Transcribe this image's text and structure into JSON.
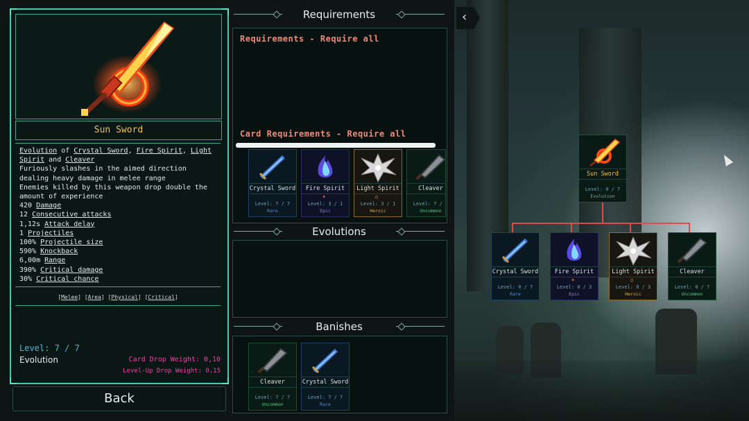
{
  "item": {
    "name": "Sun Sword",
    "evolution_prefix": "Evolution",
    "of_word": "of",
    "sources": [
      "Crystal Sword",
      "Fire Spirit",
      "Light Spirit",
      "Cleaver"
    ],
    "and_word": "and",
    "description_lines": [
      "Furiously slashes in the aimed direction",
      "dealing heavy damage in melee range",
      "Enemies killed by this weapon drop double the",
      "amount of experience"
    ],
    "stats": [
      {
        "value": "420",
        "label": "Damage"
      },
      {
        "value": "12",
        "label": "Consecutive attacks"
      },
      {
        "value": "1,12s",
        "label": "Attack delay"
      },
      {
        "value": "1",
        "label": "Projectiles"
      },
      {
        "value": "100%",
        "label": "Projectile size"
      },
      {
        "value": "590%",
        "label": "Knockback"
      },
      {
        "value": "6,00m",
        "label": "Range"
      },
      {
        "value": "390%",
        "label": "Critical damage"
      },
      {
        "value": "30%",
        "label": "Critical chance"
      }
    ],
    "tags": [
      "Melee",
      "Area",
      "Physical",
      "Critical"
    ],
    "level": "Level: 7 / 7",
    "type": "Evolution",
    "card_drop_weight": "Card Drop Weight: 0,10",
    "levelup_drop_weight": "Level-Up Drop Weight: 0,15"
  },
  "back_label": "Back",
  "sections": {
    "requirements": "Requirements",
    "req_all": "Requirements - Require all",
    "card_req_all": "Card Requirements - Require all",
    "evolutions": "Evolutions",
    "banishes": "Banishes"
  },
  "requirement_cards": [
    {
      "name": "Crystal Sword",
      "level": "Level: 7 / 7",
      "rarity": "Rare",
      "cls": "rare",
      "icon": "crystal-sword-icon"
    },
    {
      "name": "Fire Spirit",
      "level": "Level: 3 / 1",
      "rarity": "Epic",
      "cls": "epic",
      "icon": "fire-spirit-icon"
    },
    {
      "name": "Light Spirit",
      "level": "Level: 3 / 1",
      "rarity": "Heroic",
      "cls": "heroic",
      "icon": "light-spirit-icon"
    },
    {
      "name": "Cleaver",
      "level": "Level: 7 / 7",
      "rarity": "Uncommon",
      "cls": "uncommon",
      "icon": "cleaver-icon"
    }
  ],
  "banish_cards": [
    {
      "name": "Cleaver",
      "level": "Level: 7 / 7",
      "rarity": "Uncommon",
      "cls": "uncommon",
      "icon": "cleaver-icon"
    },
    {
      "name": "Crystal Sword",
      "level": "Level: 7 / 7",
      "rarity": "Rare",
      "cls": "rare",
      "icon": "crystal-sword-icon"
    }
  ],
  "tree": {
    "root": {
      "name": "Sun Sword",
      "level": "Level: 0 / 7",
      "rarity": "Evolution"
    },
    "children": [
      {
        "name": "Crystal Sword",
        "level": "Level: 0 / 7",
        "rarity": "Rare",
        "cls": "rare"
      },
      {
        "name": "Fire Spirit",
        "level": "Level: 0 / 3",
        "rarity": "Epic",
        "cls": "epic"
      },
      {
        "name": "Light Spirit",
        "level": "Level: 0 / 3",
        "rarity": "Heroic",
        "cls": "heroic"
      },
      {
        "name": "Cleaver",
        "level": "Level: 0 / 7",
        "rarity": "Uncommon",
        "cls": "uncommon"
      }
    ]
  },
  "colors": {
    "accent": "#4cc6a8",
    "gold": "#f0c148",
    "pink": "#e04aa0",
    "req_red": "#f08a78",
    "tree_line": "#e04a4a"
  }
}
